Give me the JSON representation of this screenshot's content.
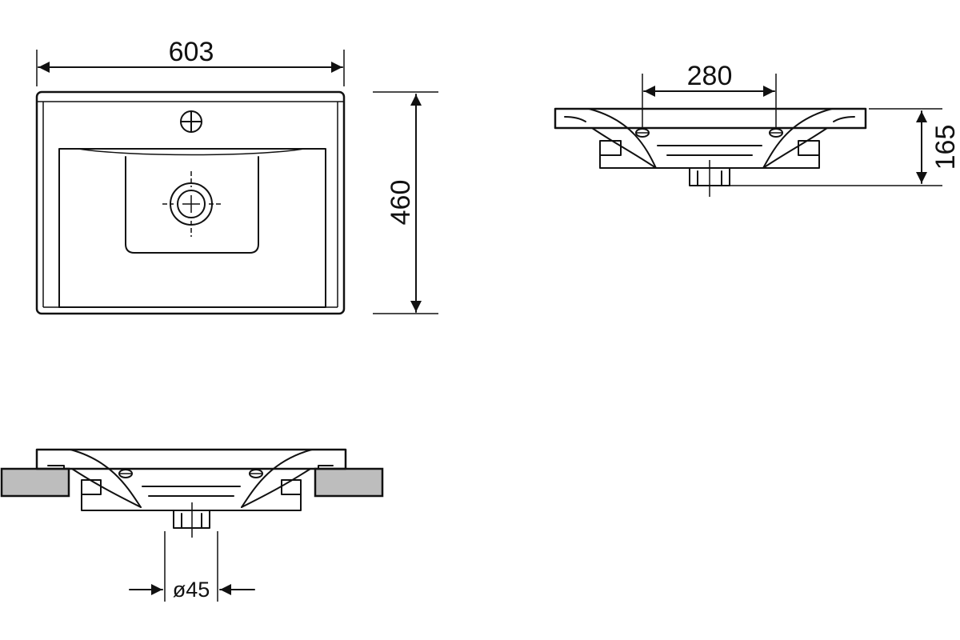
{
  "dimensions": {
    "width": "603",
    "depth": "460",
    "mount_spacing": "280",
    "height": "165",
    "drain_diameter": "ø45"
  },
  "colors": {
    "line": "#111111",
    "countertop_fill": "#bdbdbd",
    "background": "#ffffff"
  }
}
